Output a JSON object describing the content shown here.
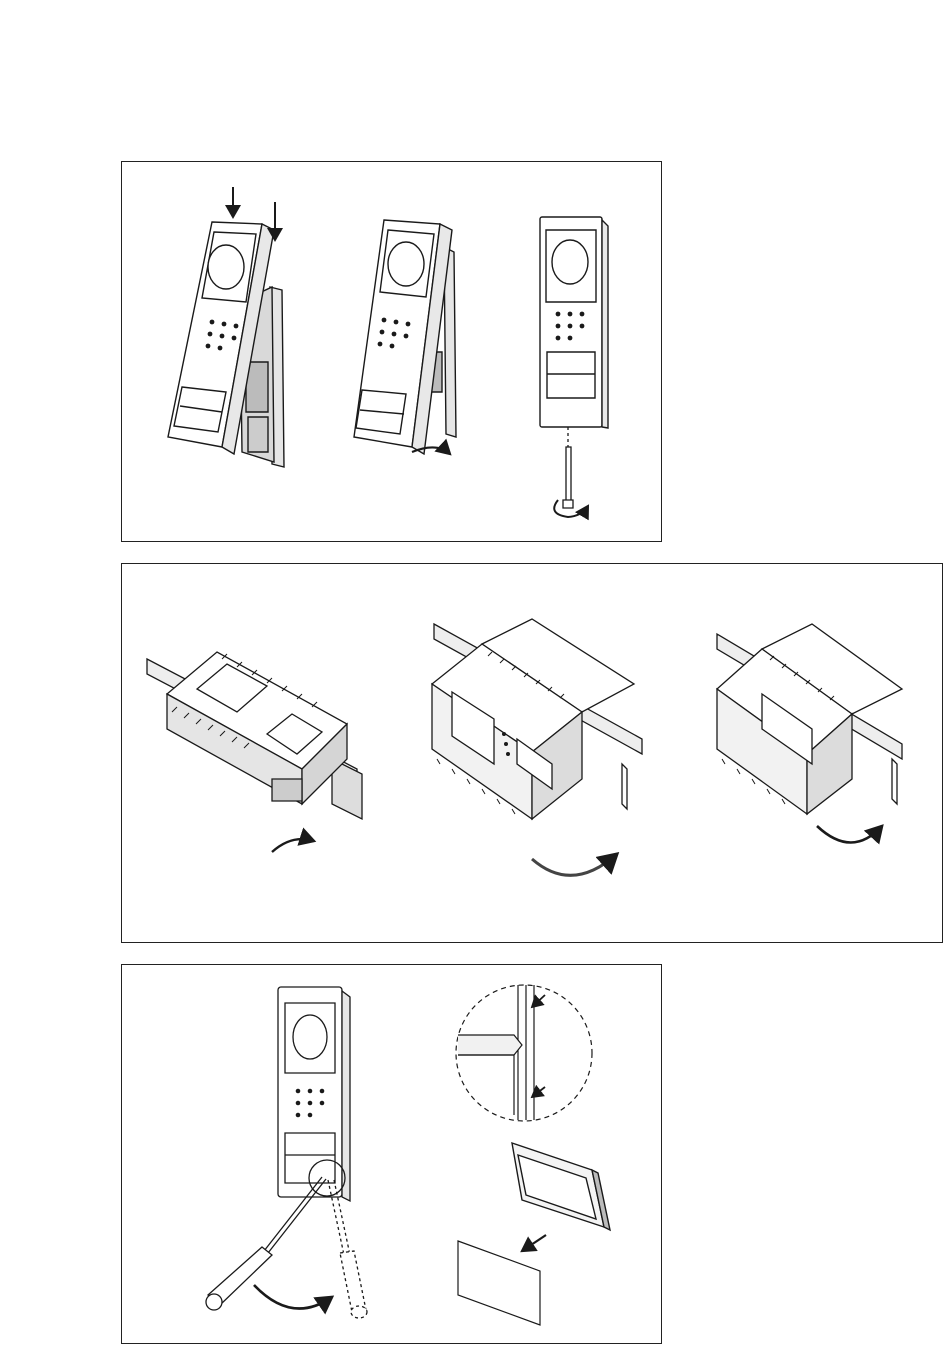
{
  "document": {
    "type": "installation instruction illustrations",
    "panels": [
      {
        "id": "door-panel-mounting",
        "steps": [
          "press-down-into-frame",
          "tilt-into-place",
          "tighten-bottom-screw"
        ]
      },
      {
        "id": "din-rail-module-removal",
        "steps": [
          "rotate-module-off-rail",
          "rotate-module-off-rail",
          "rotate-module-off-rail"
        ]
      },
      {
        "id": "name-label-replacement",
        "steps": [
          "pry-off-label-cover-with-screwdriver",
          "detail-clip-release",
          "insert-new-label-card"
        ]
      }
    ]
  },
  "colors": {
    "line": "#1a1a1a",
    "fill": "#ffffff",
    "shade": "#cfcfcf",
    "dark": "#555555"
  }
}
